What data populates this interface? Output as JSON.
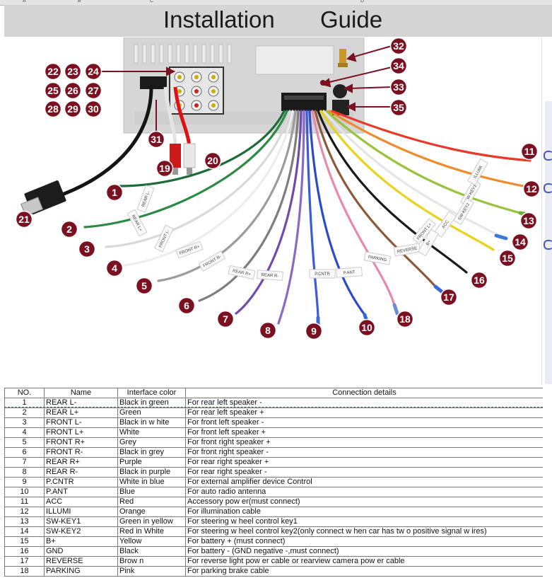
{
  "spreadsheet": {
    "column_letters": [
      "A",
      "B",
      "C",
      "D"
    ]
  },
  "title": {
    "left": "Installation",
    "right": "Guide"
  },
  "diagram": {
    "callouts": [
      "1",
      "2",
      "3",
      "4",
      "5",
      "6",
      "7",
      "8",
      "9",
      "10",
      "11",
      "12",
      "13",
      "14",
      "15",
      "16",
      "17",
      "18",
      "19",
      "20",
      "21",
      "22",
      "23",
      "24",
      "25",
      "26",
      "27",
      "28",
      "29",
      "30",
      "31",
      "32",
      "33",
      "34",
      "35"
    ],
    "wire_tags": [
      "FRONT R+",
      "FRONT R-",
      "REAR R+",
      "REAR R-",
      "P.CNTR",
      "P.ANT",
      "PARKING",
      "REVERSE",
      "REAR L-",
      "REAR L+",
      "FRONT L-",
      "FRONT L+",
      "SW-KEY1",
      "SW-KEY2",
      "ILLUMI",
      "ACC",
      "B+"
    ],
    "colors": {
      "badge": "#7a1020",
      "badge_ring": "#ffffff",
      "unit_body": "#d6d6d6",
      "arrow": "#7a1020"
    },
    "icons": [
      "usb-plug-icon",
      "rca-plug-icon",
      "antenna-connector-icon",
      "wire-harness-plug-icon"
    ]
  },
  "table": {
    "headers": [
      "NO.",
      "Name",
      "Interface color",
      "Connection details"
    ],
    "rows": [
      {
        "no": "1",
        "name": "REAR L-",
        "color": "Black in green",
        "details": "For rear left speaker -"
      },
      {
        "no": "2",
        "name": "REAR L+",
        "color": "Green",
        "details": "For rear left speaker +"
      },
      {
        "no": "3",
        "name": "FRONT L-",
        "color": "Black in w hite",
        "details": "For front left speaker -"
      },
      {
        "no": "4",
        "name": "FRONT L+",
        "color": "White",
        "details": "For front left speaker +"
      },
      {
        "no": "5",
        "name": "FRONT R+",
        "color": "Grey",
        "details": "For front right speaker +"
      },
      {
        "no": "6",
        "name": "FRONT R-",
        "color": "Black in grey",
        "details": "For front right speaker -"
      },
      {
        "no": "7",
        "name": "REAR R+",
        "color": "Purple",
        "details": "For rear right speaker +"
      },
      {
        "no": "8",
        "name": "REAR R-",
        "color": "Black in purple",
        "details": "For rear right speaker -"
      },
      {
        "no": "9",
        "name": "P.CNTR",
        "color": "White in blue",
        "details": "For external amplifier device Control"
      },
      {
        "no": "10",
        "name": "P.ANT",
        "color": "Blue",
        "details": "For auto radio antenna"
      },
      {
        "no": "11",
        "name": "ACC",
        "color": "Red",
        "details": "Accessory pow er(must connect)"
      },
      {
        "no": "12",
        "name": "ILLUMI",
        "color": "Orange",
        "details": "For illumination cable"
      },
      {
        "no": "13",
        "name": "SW-KEY1",
        "color": "Green in yellow",
        "details": "For steering w heel control key1"
      },
      {
        "no": "14",
        "name": "SW-KEY2",
        "color": "Red in White",
        "details": "For steering w heel control key2(only connect w hen car has tw o positive signal w ires)"
      },
      {
        "no": "15",
        "name": "B+",
        "color": "Yellow",
        "details": "For battery + (must connect)"
      },
      {
        "no": "16",
        "name": "GND",
        "color": "Black",
        "details": "For battery - (GND negative -,must connect)"
      },
      {
        "no": "17",
        "name": "REVERSE",
        "color": "Brow n",
        "details": "For reverse light pow er cable or rearview camera pow er cable"
      },
      {
        "no": "18",
        "name": "PARKING",
        "color": "Pink",
        "details": "For parking brake cable"
      }
    ]
  }
}
